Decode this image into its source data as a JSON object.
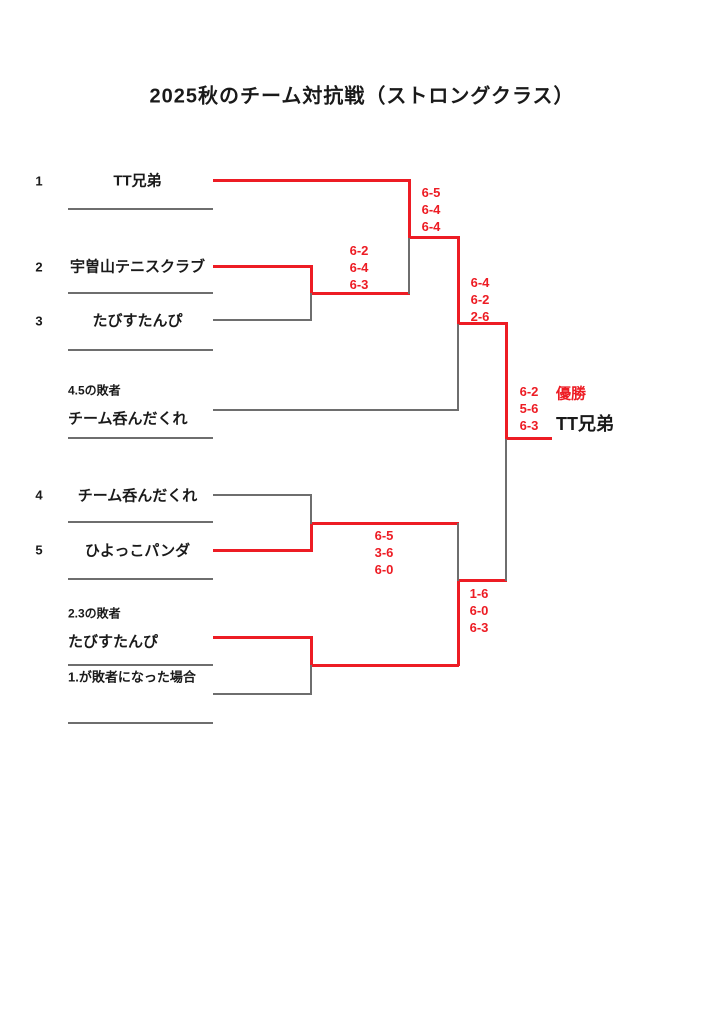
{
  "title": "2025秋のチーム対抗戦（ストロングクラス）",
  "colors": {
    "red": "#ed1c24",
    "gray": "#6e6e6e",
    "text": "#1a1a1a"
  },
  "bracket": {
    "slots": [
      {
        "seed": "1",
        "name": "TT兄弟"
      },
      {
        "seed": "2",
        "name": "宇曽山テニスクラブ"
      },
      {
        "seed": "3",
        "name": "たびすたんぴ"
      },
      {
        "seed": "4",
        "name": "チーム呑んだくれ"
      },
      {
        "seed": "5",
        "name": "ひよっこパンダ"
      }
    ],
    "consolation_upper": {
      "label": "4.5の敗者",
      "team": "チーム呑んだくれ"
    },
    "consolation_lower": {
      "label": "2.3の敗者",
      "team": "たびすたんぴ",
      "note": "1.が敗者になった場合"
    }
  },
  "scores": {
    "round1_2v3": [
      "6-2",
      "6-4",
      "6-3"
    ],
    "semi_upper": [
      "6-5",
      "6-4",
      "6-4"
    ],
    "upper_final": [
      "6-4",
      "6-2",
      "2-6"
    ],
    "round1_4v5": [
      "6-5",
      "3-6",
      "6-0"
    ],
    "lower_final": [
      "1-6",
      "6-0",
      "6-3"
    ],
    "grand_final": [
      "6-2",
      "5-6",
      "6-3"
    ]
  },
  "champion": {
    "label": "優勝",
    "team": "TT兄弟"
  }
}
